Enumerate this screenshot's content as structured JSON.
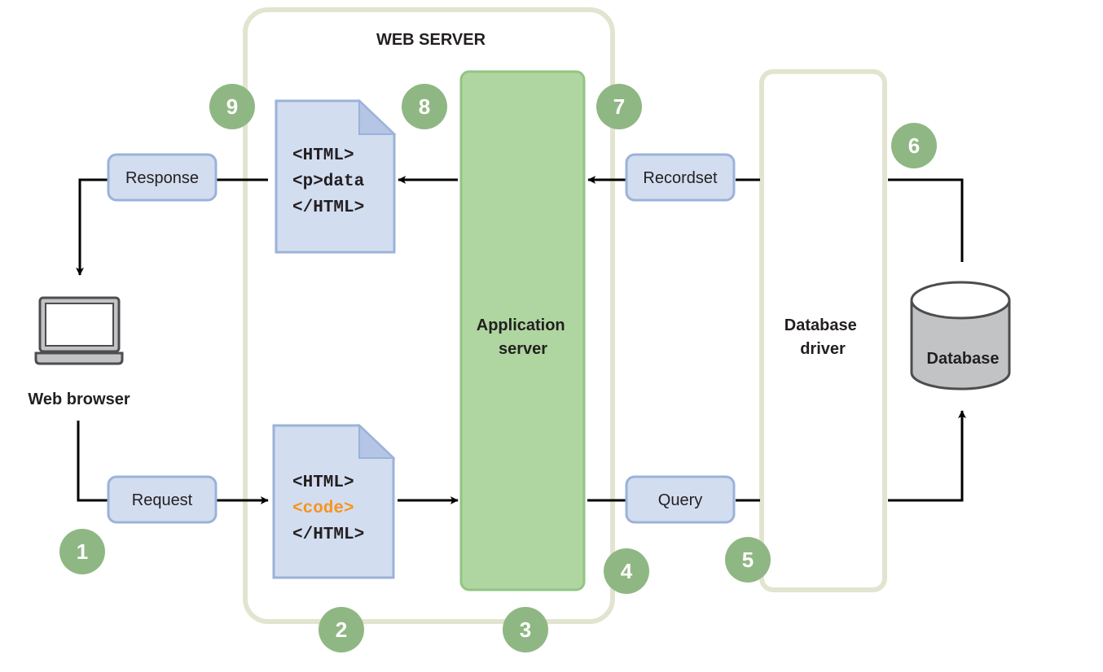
{
  "web_server_title": "WEB SERVER",
  "web_browser_label": "Web browser",
  "response_label": "Response",
  "request_label": "Request",
  "recordset_label": "Recordset",
  "query_label": "Query",
  "app_server": {
    "line1": "Application",
    "line2": "server"
  },
  "db_driver": {
    "line1": "Database",
    "line2": "driver"
  },
  "database_label": "Database",
  "response_doc": {
    "line1": "<HTML>",
    "line2": "<p>data",
    "line3": "</HTML>"
  },
  "request_doc": {
    "line1": "<HTML>",
    "line2": "<code>",
    "line3": "</HTML>"
  },
  "steps": [
    "1",
    "2",
    "3",
    "4",
    "5",
    "6",
    "7",
    "8",
    "9"
  ],
  "colors": {
    "step_badge": "#8fb783",
    "app_server_fill": "#afd6a0",
    "container_border": "#e3e4d0",
    "label_box_fill": "#d3ddf0",
    "code_highlight": "#f7941d",
    "database_fill": "#c2c3c5"
  }
}
